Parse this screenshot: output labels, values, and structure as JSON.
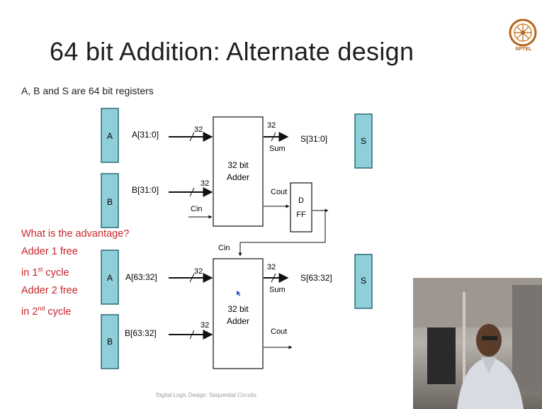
{
  "slide": {
    "title": "64 bit Addition: Alternate design",
    "subtitle": "A, B and S are 64 bit registers",
    "footer": "Digital Logic Design: Sequential Circuits",
    "logo_text": "NPTEL"
  },
  "notes": {
    "line1": "What is the advantage?",
    "line2": "Adder 1 free",
    "line3_pre": "in 1",
    "line3_sup": "st",
    "line3_post": " cycle",
    "line4": "Adder 2 free",
    "line5_pre": "in 2",
    "line5_sup": "nd",
    "line5_post": " cycle"
  },
  "diagram": {
    "reg_a_top": "A",
    "reg_b_top": "B",
    "reg_s_top": "S",
    "reg_a_bottom": "A",
    "reg_b_bottom": "B",
    "reg_s_bottom": "S",
    "adder1_line1": "32 bit",
    "adder1_line2": "Adder",
    "adder2_line1": "32 bit",
    "adder2_line2": "Adder",
    "a_low": "A[31:0]",
    "b_low": "B[31:0]",
    "s_low": "S[31:0]",
    "a_high": "A[63:32]",
    "b_high": "B[63:32]",
    "s_high": "S[63:32]",
    "width_label": "32",
    "sum_label": "Sum",
    "cout_label": "Cout",
    "cin_label": "Cin",
    "dff_line1": "D",
    "dff_line2": "FF"
  },
  "colors": {
    "register_fill": "#8fcfd9",
    "register_stroke": "#2b6b75",
    "note_red": "#c8262b"
  }
}
